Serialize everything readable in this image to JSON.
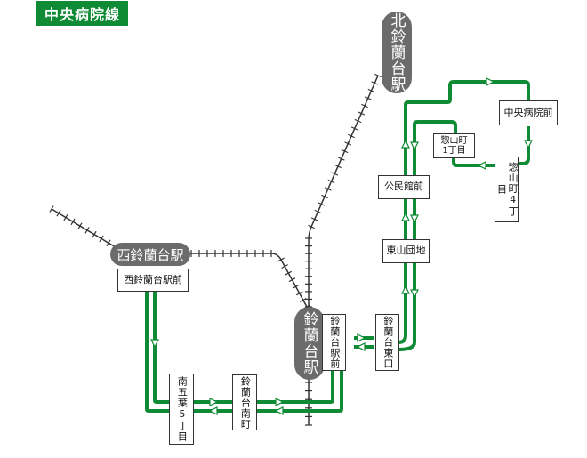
{
  "route": {
    "name": "中央病院線",
    "color": "#0f8a35"
  },
  "stations": {
    "kita": "北鈴蘭台駅",
    "nishi": "西鈴蘭台駅",
    "suzurandai": "鈴蘭台駅"
  },
  "stops": {
    "nishi_mae": "西鈴蘭台駅前",
    "minami_goyo": "南五葉5丁目",
    "suzurandai_minamimachi": "鈴蘭台南町",
    "suzurandai_ekimae": "鈴蘭台駅前",
    "suzurandai_higashiguchi": "鈴蘭台東口",
    "higashiyama_danchi": "東山団地",
    "kominkan_mae": "公民館前",
    "chuo_byoin_mae": "中央病院前",
    "soyamacho_1": "惣山町\n1丁目",
    "soyamacho_4": "惣山町4丁目"
  }
}
